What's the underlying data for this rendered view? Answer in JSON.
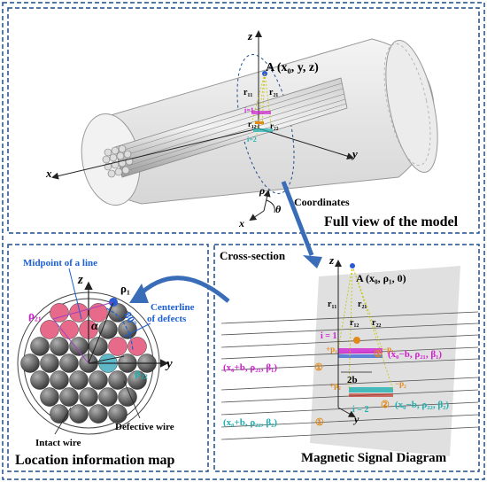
{
  "top_panel": {
    "caption": "Full view of the model",
    "point_label": "A (x₀, y, z)",
    "axis_x": "x",
    "axis_y": "y",
    "axis_z": "z",
    "r11": "r₁₁",
    "r21": "r₂₁",
    "r12": "r₁₂",
    "r22": "r₂₂",
    "i1": "i=1",
    "i2": "i=2",
    "coord_x": "x",
    "coord_rho": "ρ",
    "coord_theta": "θ",
    "coordinates_label": "Coordinates"
  },
  "left_panel": {
    "caption": "Location information map",
    "cross_section_label": "Cross-section",
    "midpoint_label": "Midpoint of a line",
    "centerline_label_1": "Centerline",
    "centerline_label_2": "of defects",
    "angle_label": "80°",
    "alpha": "α",
    "axis_z": "z",
    "axis_y": "y",
    "rho1": "ρ₁",
    "rho21": "ρ₂₁",
    "rho22": "ρ₂₂",
    "defective_wire": "Defective wire",
    "intact_wire": "Intact wire"
  },
  "right_panel": {
    "caption": "Magnetic Signal Diagram",
    "point_label": "A (x₀, ρ₁, 0)",
    "axis_z": "z",
    "axis_y": "y",
    "r11": "r₁₁",
    "r21": "r₂₁",
    "r12": "r₁₂",
    "r22": "r₂₂",
    "i1": "i = 1",
    "i2": "i = 2",
    "two_b": "2b",
    "plus_p1": "+p₁",
    "minus_p1": "−p₁",
    "plus_p2": "+p₂",
    "minus_p2": "−p₂",
    "pt_1_left": "(x₀+b, ρ₂₁, β₁)",
    "pt_1_right": "(x₀−b, ρ₂₁, β₁)",
    "pt_2_left": "(x₀+b, ρ₂₂, β₂)",
    "pt_2_right": "(x₀−b, ρ₂₂, β₂)",
    "n1": "①",
    "n2": "②"
  },
  "colors": {
    "frame": "#1f4e8c",
    "pink": "#d21fd2",
    "cyan": "#1fb0b0",
    "orange": "#e08a1a",
    "blue_text": "#1c5fd6",
    "arrow": "#3a6db8"
  }
}
